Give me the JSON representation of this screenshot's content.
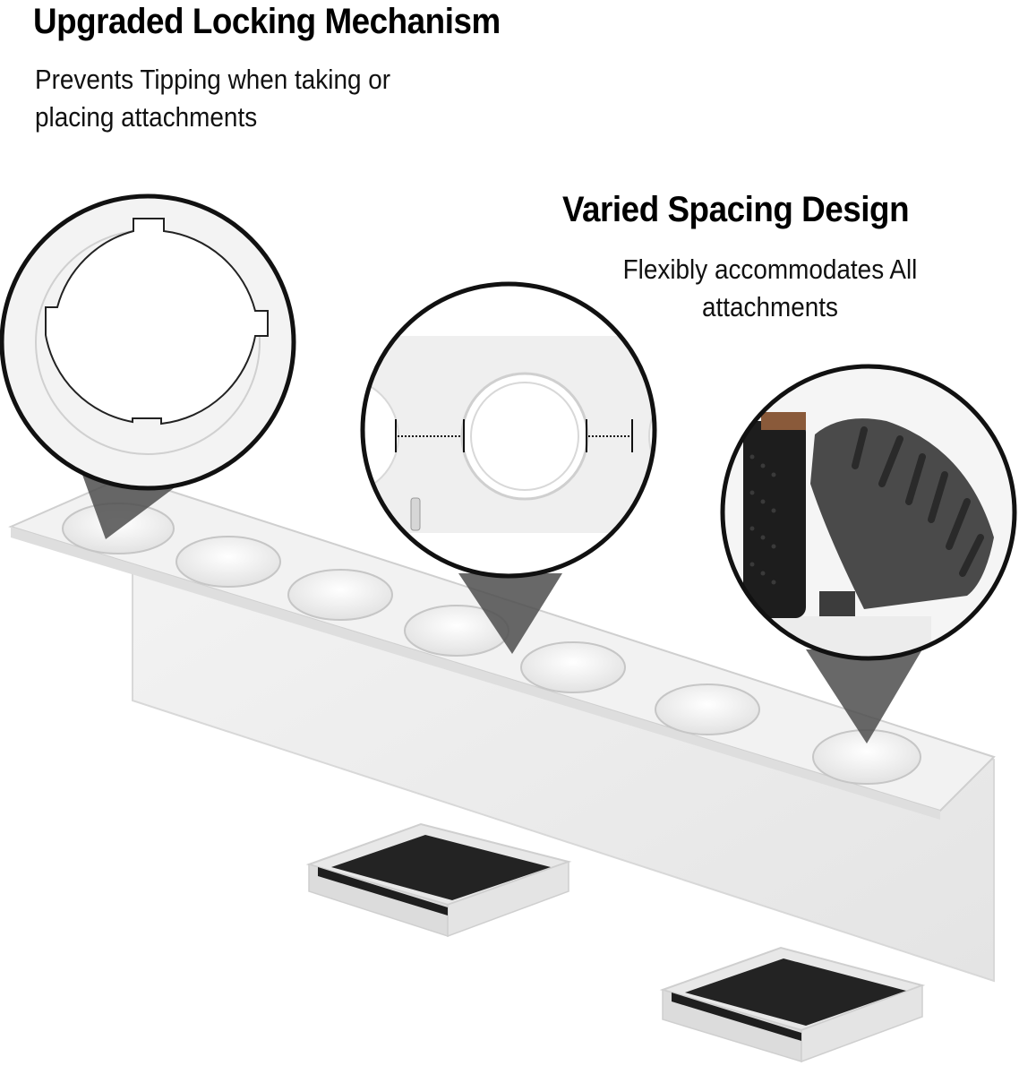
{
  "feature_1": {
    "title": "Upgraded Locking Mechanism",
    "description": "Prevents Tipping when taking or placing attachments"
  },
  "feature_2": {
    "title": "Varied Spacing Design",
    "description": "Flexibly accommodates All attachments"
  },
  "product": {
    "name": "acrylic attachment holder",
    "slot_count": 7,
    "foot_count": 2
  },
  "callouts": [
    {
      "label": "locking-slot-detail"
    },
    {
      "label": "slot-spacing-detail"
    },
    {
      "label": "attachments-in-holder-detail"
    }
  ],
  "colors": {
    "background": "#ffffff",
    "text": "#000000",
    "pointer": "#5e5e5e",
    "acrylic": "#eeeeee",
    "foot_pad": "#222222",
    "diffuser": "#4a4a4a"
  }
}
